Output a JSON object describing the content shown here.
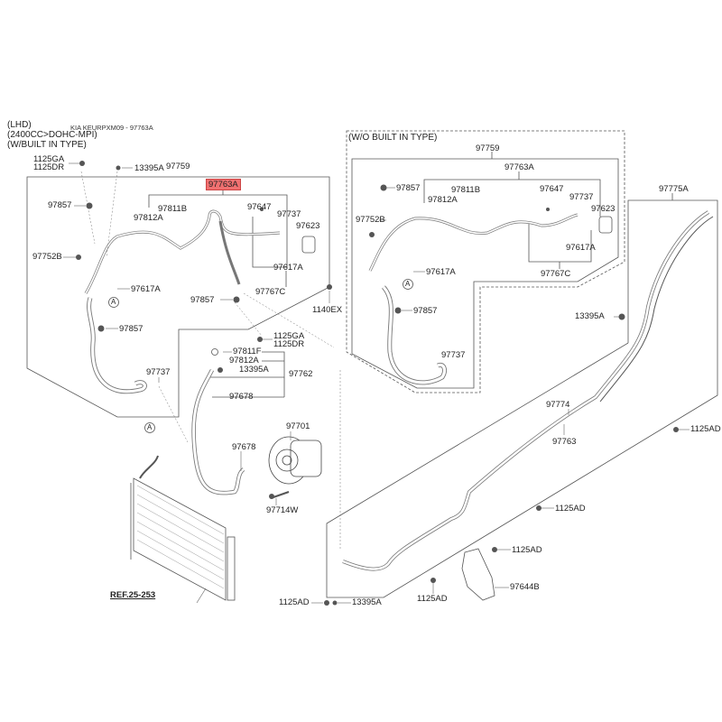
{
  "caption": "KIA KEURPXM09 - 97763A",
  "headers": {
    "lhd": "(LHD)",
    "engine": "(2400CC>DOHC-MPI)",
    "built_in": "(W/BUILT IN TYPE)",
    "wo_built_in": "(W/O BUILT IN TYPE)"
  },
  "colors": {
    "highlight": "#f07070",
    "line": "#555555"
  },
  "left": {
    "p1125GA": "1125GA",
    "p1125DR": "1125DR",
    "p13395A": "13395A",
    "p97759": "97759",
    "p97763A": "97763A",
    "p97811B": "97811B",
    "p97812A": "97812A",
    "p97647": "97647",
    "p97737": "97737",
    "p97623": "97623",
    "p97857a": "97857",
    "p97752B": "97752B",
    "p97617A_a": "97617A",
    "p97617A_b": "97617A",
    "p97767C": "97767C",
    "p97857b": "97857",
    "p1140EX": "1140EX",
    "p97857c": "97857"
  },
  "lower": {
    "p1125GA": "1125GA",
    "p1125DR": "1125DR",
    "p97811F": "97811F",
    "p97812A": "97812A",
    "p13395A": "13395A",
    "p97762": "97762",
    "p97678a": "97678",
    "p97737": "97737",
    "p97701": "97701",
    "p97678b": "97678",
    "p97714W": "97714W",
    "ref": "REF.25-253"
  },
  "right": {
    "p97759": "97759",
    "p97763A": "97763A",
    "p97857a": "97857",
    "p97811B": "97811B",
    "p97647": "97647",
    "p97812A": "97812A",
    "p97737a": "97737",
    "p97623": "97623",
    "p97752B": "97752B",
    "p97617A_a": "97617A",
    "p97617A_b": "97617A",
    "p97767C": "97767C",
    "p97857b": "97857",
    "p97737b": "97737"
  },
  "rear": {
    "p97775A": "97775A",
    "p13395A": "13395A",
    "p97774": "97774",
    "p97763": "97763",
    "p1125AD_a": "1125AD",
    "p1125AD_b": "1125AD",
    "p1125AD_c": "1125AD",
    "p97644B": "97644B",
    "p1125AD_d": "1125AD",
    "p13395A_b": "13395A",
    "p1125AD_e": "1125AD"
  },
  "markers": {
    "a": "A"
  }
}
